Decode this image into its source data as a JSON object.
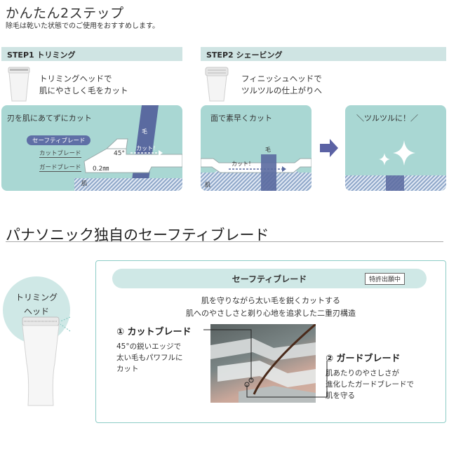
{
  "header": {
    "title": "かんたん2ステップ",
    "subtitle": "除毛は乾いた状態でのご使用をおすすめします。"
  },
  "step1": {
    "label": "STEP1 トリミング",
    "head_lines": [
      "トリミングヘッドで",
      "肌にやさしく毛をカット"
    ],
    "panel_caption": "刃を肌にあてずにカット",
    "blades": [
      "セーフティブレード",
      "カットブレード",
      "ガードブレード"
    ],
    "angle": "45°",
    "gap": "0.2㎜",
    "hair_label": "毛",
    "cut_label": "カット！",
    "skin_label": "肌"
  },
  "step2": {
    "label": "STEP2 シェービング",
    "head_lines": [
      "フィニッシュヘッドで",
      "ツルツルの仕上がりへ"
    ],
    "panel_caption": "面で素早くカット",
    "hair_label": "毛",
    "cut_label": "カット！",
    "skin_label": "肌",
    "result_caption": "＼ツルツルに！／"
  },
  "section2": {
    "title": "パナソニック独自のセーフティブレード",
    "circle_label_lines": [
      "トリミング",
      "ヘッド"
    ],
    "card_header": "セーフティブレード",
    "patent": "特許出願中",
    "intro_lines": [
      "肌を守りながら太い毛を鋭くカットする",
      "肌へのやさしさと剃り心地を追求した二重刃構造"
    ],
    "feature1": {
      "title": "① カットブレード",
      "desc_lines": [
        "45°の鋭いエッジで",
        "太い毛もパワフルに",
        "カット"
      ]
    },
    "feature2": {
      "title": "② ガードブレード",
      "desc_lines": [
        "肌あたりのやさしさが",
        "進化したガードブレードで",
        "肌を守る"
      ]
    }
  },
  "colors": {
    "teal_panel": "#a9d7d3",
    "step_bar": "#cfe4e3",
    "hair_band": "#5a6aa0",
    "arrow": "#5b62a4",
    "card_border": "#8dccc6"
  }
}
